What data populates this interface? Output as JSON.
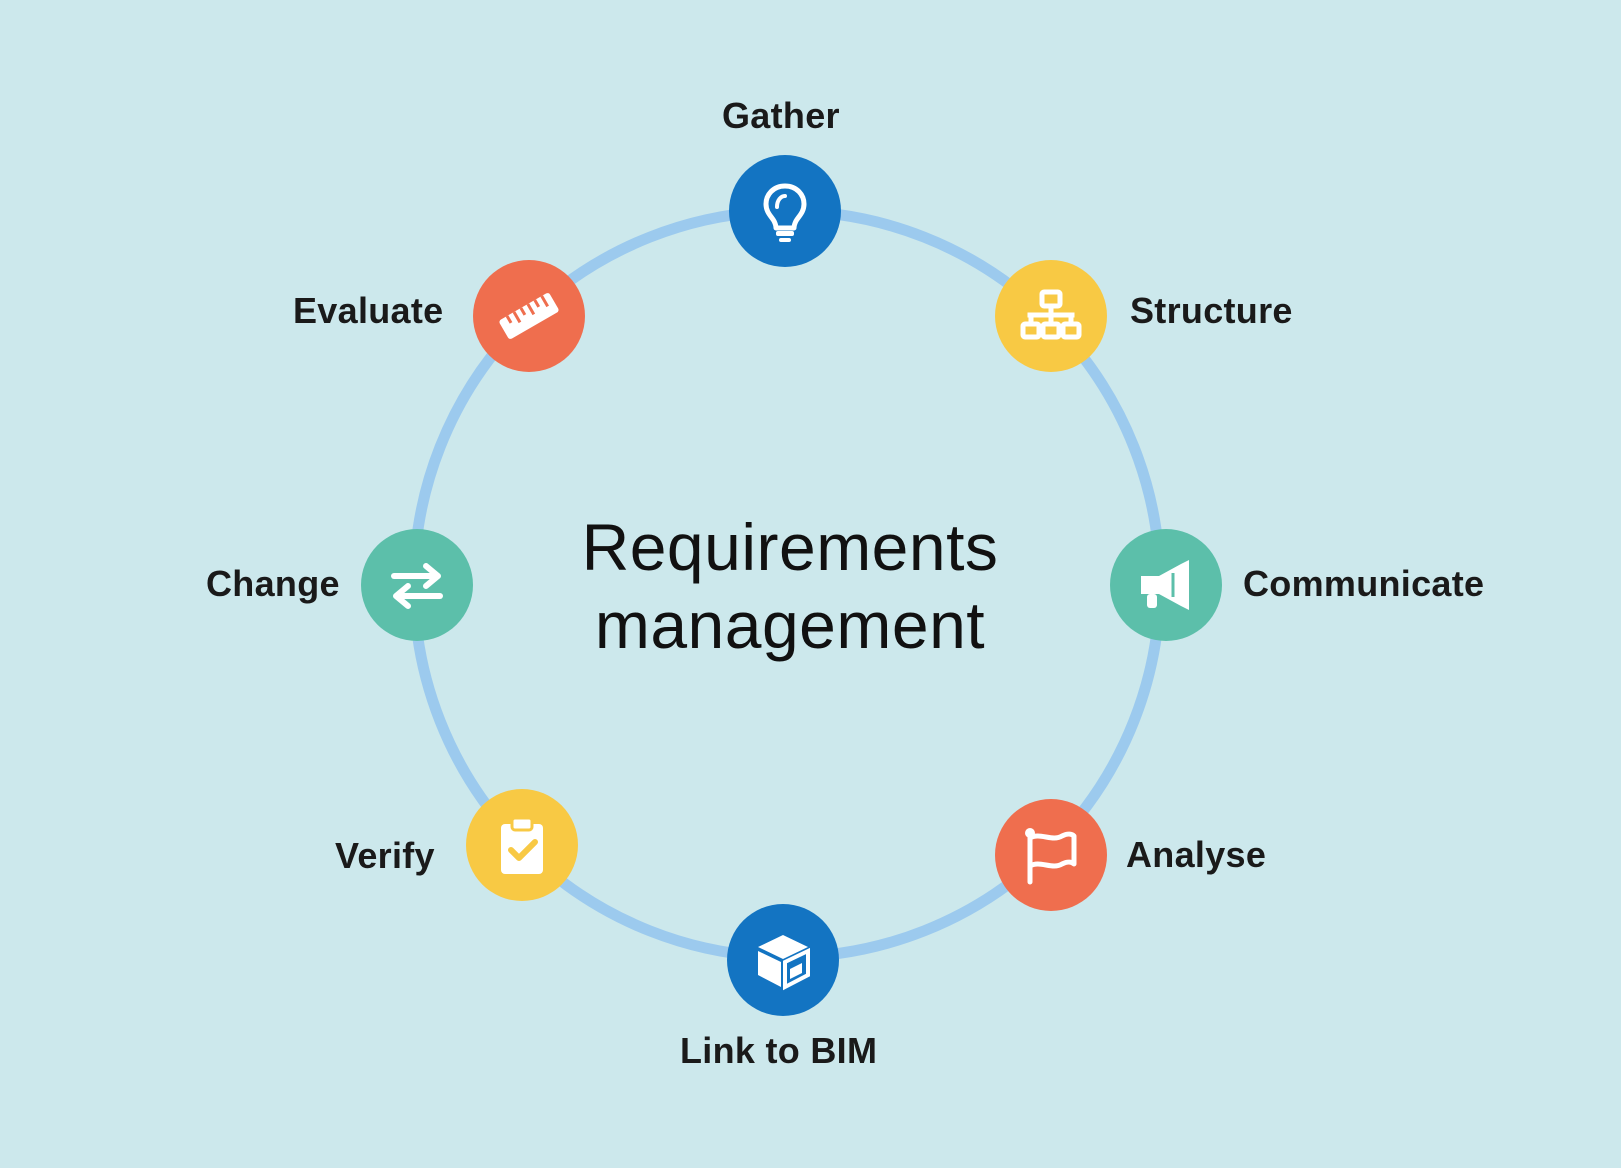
{
  "title": {
    "line1": "Requirements",
    "line2": "management"
  },
  "colors": {
    "background": "#cce8ec",
    "ring": "#9ccaee",
    "blue": "#1374c2",
    "yellow": "#f8c944",
    "teal": "#5cbfaa",
    "orange": "#ef6e4e"
  },
  "steps": [
    {
      "label": "Gather",
      "icon": "lightbulb-icon",
      "color": "#1374c2"
    },
    {
      "label": "Structure",
      "icon": "hierarchy-icon",
      "color": "#f8c944"
    },
    {
      "label": "Communicate",
      "icon": "megaphone-icon",
      "color": "#5cbfaa"
    },
    {
      "label": "Analyse",
      "icon": "flag-icon",
      "color": "#ef6e4e"
    },
    {
      "label": "Link to BIM",
      "icon": "cube-icon",
      "color": "#1374c2"
    },
    {
      "label": "Verify",
      "icon": "clipboard-check-icon",
      "color": "#f8c944"
    },
    {
      "label": "Change",
      "icon": "swap-arrows-icon",
      "color": "#5cbfaa"
    },
    {
      "label": "Evaluate",
      "icon": "ruler-icon",
      "color": "#ef6e4e"
    }
  ]
}
